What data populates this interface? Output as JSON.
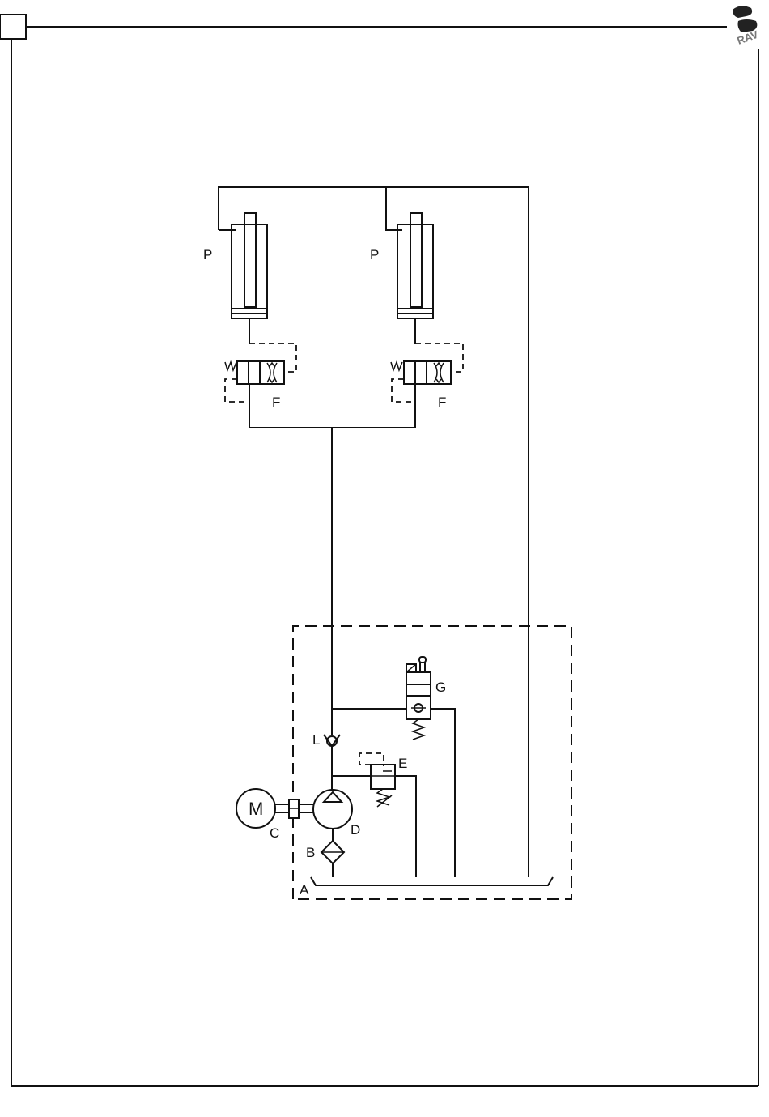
{
  "diagram": {
    "labels": {
      "cylinder_left": "P",
      "cylinder_right": "P",
      "valve_left": "F",
      "valve_right": "F",
      "solenoid_valve": "G",
      "check_valve": "L",
      "relief_valve": "E",
      "motor_symbol": "M",
      "coupling": "C",
      "pump": "D",
      "filter": "B",
      "tank": "A"
    },
    "logo_text": "RAV"
  }
}
